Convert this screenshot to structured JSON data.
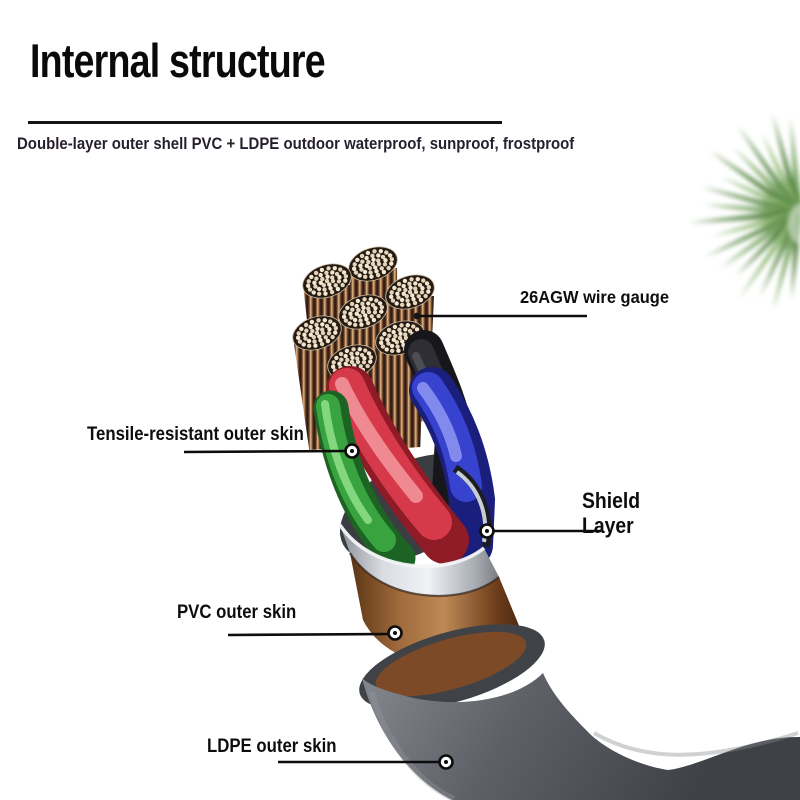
{
  "header": {
    "title": "Internal structure",
    "subtitle": "Double-layer outer shell PVC + LDPE outdoor waterproof, sunproof, frostproof"
  },
  "callouts": {
    "wire_gauge": {
      "label": "26AGW wire gauge"
    },
    "tensile": {
      "label": "Tensile-resistant outer skin"
    },
    "shield": {
      "label": "Shield Layer"
    },
    "pvc": {
      "label": "PVC outer skin"
    },
    "ldpe": {
      "label": "LDPE outer skin"
    }
  },
  "illustration": {
    "subject": "cable internal structure cutaway",
    "layers_shown": [
      "stranded copper conductors (7 bundles)",
      "colored wire insulation (red, green, blue, black)",
      "shield layer (silver)",
      "PVC outer skin (copper brown)",
      "LDPE outer skin (gray)"
    ],
    "decor": "blurred green palm leaf, top right corner",
    "colors": {
      "copper": "#a9723f",
      "red_wire": "#d63a4a",
      "green_wire": "#38a33f",
      "blue_wire": "#3742cf",
      "black_wire": "#232327",
      "shield_silver": "#cfd3da",
      "pvc_brown": "#8a5a34",
      "ldpe_gray": "#5a5d63",
      "leaf_green": "#6f9f58",
      "text": "#0d0d10"
    }
  }
}
